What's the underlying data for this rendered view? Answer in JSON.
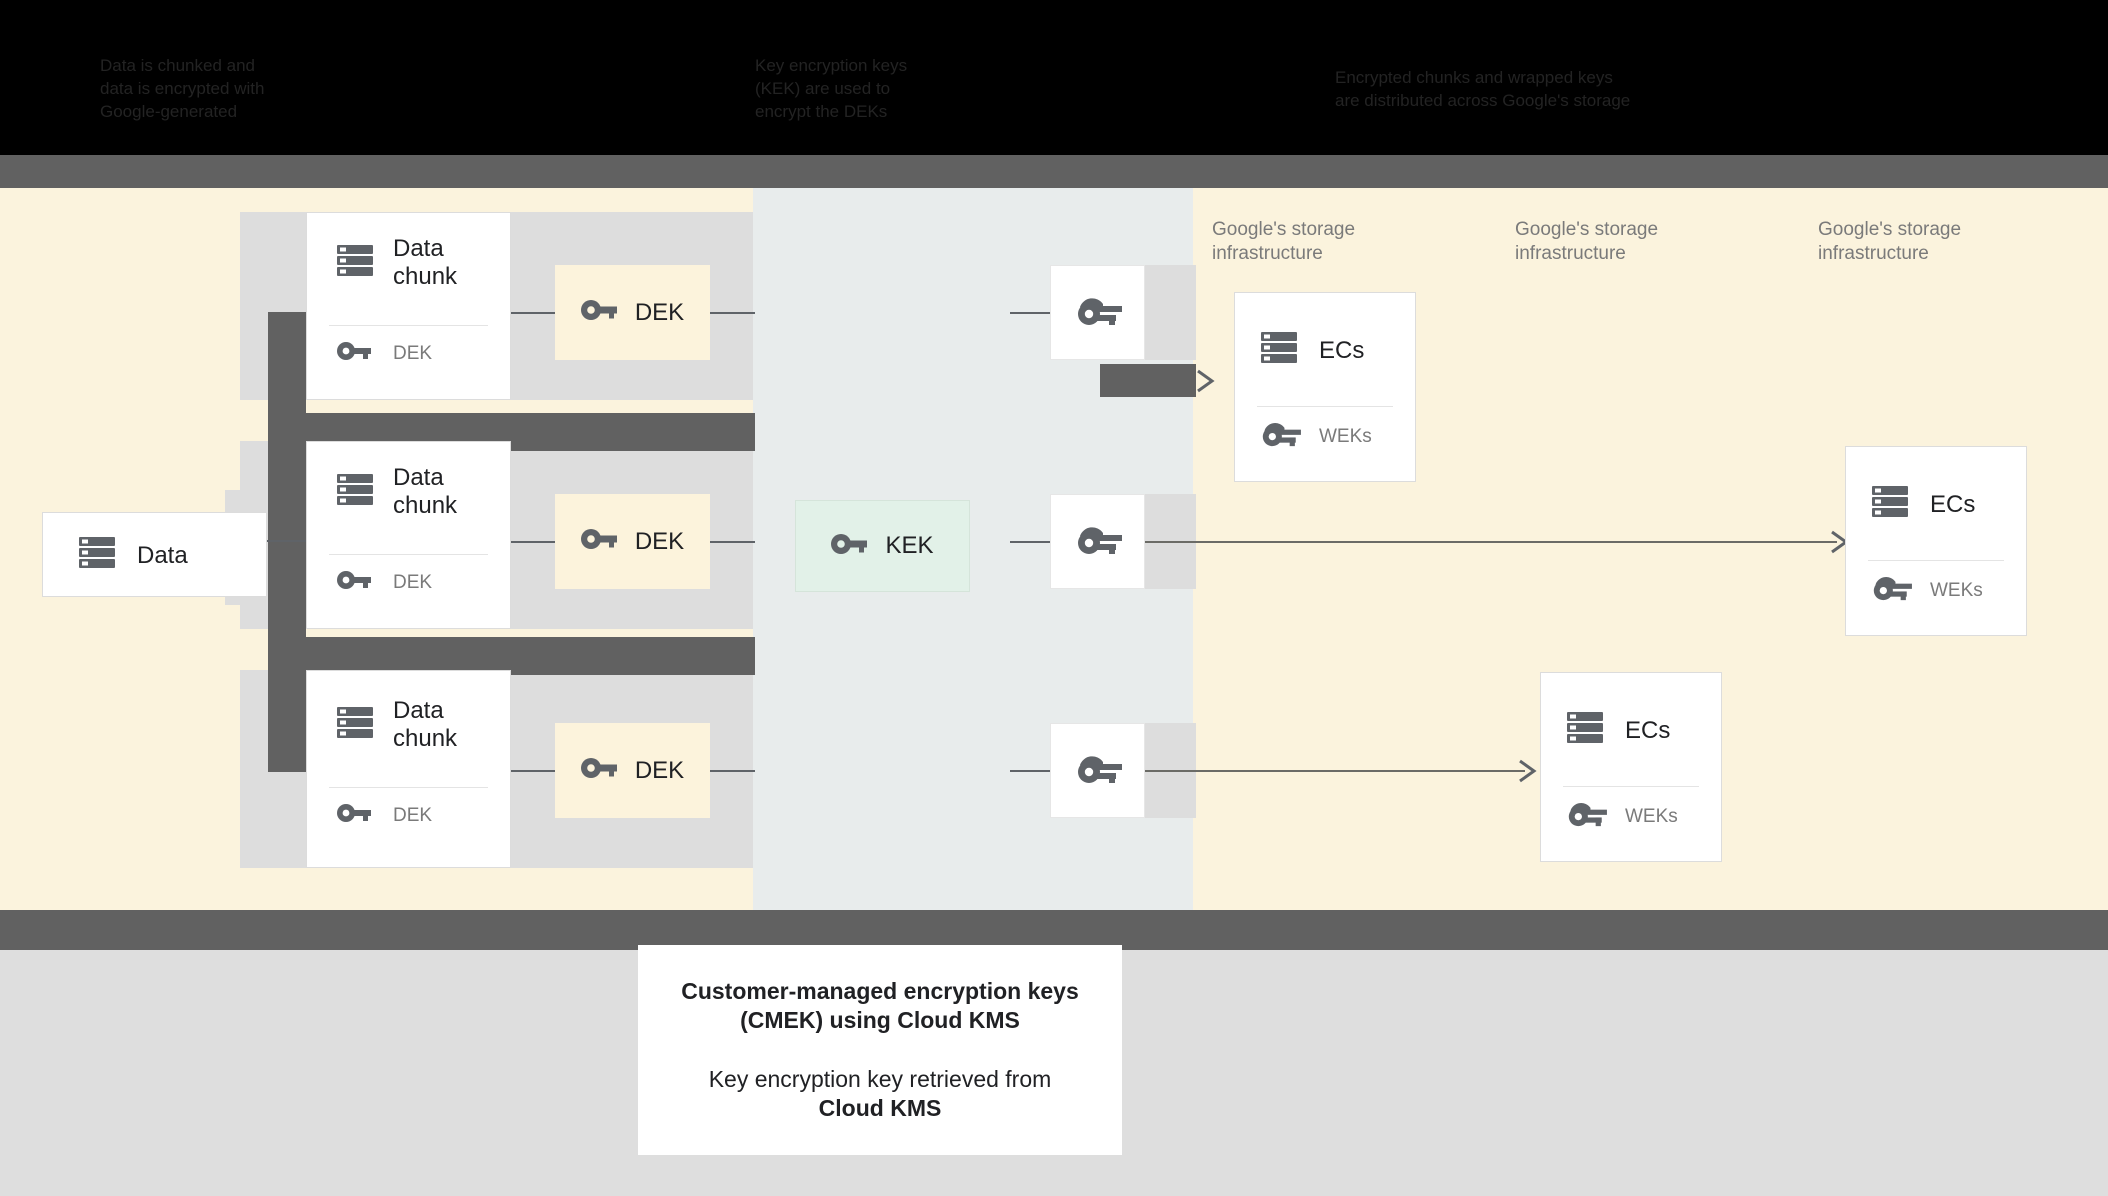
{
  "colors": {
    "cream": "#fbf3dd",
    "kms_band": "#e8ecec",
    "lane_grey": "#dddddd",
    "dek_yellow": "#fcf3dc",
    "kek_green": "#e2f1e8",
    "bar_grey": "#616161",
    "bottom_grey": "#dedede",
    "text_dark": "#202124",
    "text_grey": "#7a7a7a"
  },
  "header": {
    "obscured_lines": [
      "Data is chunked and",
      "data is encrypted with",
      "Google-generated",
      "Key encryption keys",
      "(KEK) are used to",
      "encrypt the DEKs",
      "Encrypted chunks and wrapped keys",
      "are distributed across Google's storage"
    ]
  },
  "source": {
    "data_label": "Data"
  },
  "chunks": [
    {
      "title": "Data\nchunk",
      "key_label": "DEK"
    },
    {
      "title": "Data\nchunk",
      "key_label": "DEK"
    },
    {
      "title": "Data\nchunk",
      "key_label": "DEK"
    }
  ],
  "deks": [
    {
      "label": "DEK"
    },
    {
      "label": "DEK"
    },
    {
      "label": "DEK"
    }
  ],
  "kek": {
    "label": "KEK"
  },
  "wek_boxes": [
    {
      "name": "wrapped-key-1"
    },
    {
      "name": "wrapped-key-2"
    },
    {
      "name": "wrapped-key-3"
    }
  ],
  "storage": {
    "title_1": "Google's storage infrastructure",
    "title_2": "Google's storage infrastructure",
    "title_3": "Google's storage infrastructure",
    "boxes": [
      {
        "title": "ECs",
        "key_label": "WEKs"
      },
      {
        "title": "ECs",
        "key_label": "WEKs"
      },
      {
        "title": "ECs",
        "key_label": "WEKs"
      }
    ]
  },
  "caption": {
    "line1": "Customer-managed encryption keys",
    "line2": "(CMEK) using Cloud KMS",
    "line3": "Key encryption key retrieved from",
    "line4": "Cloud KMS"
  },
  "icons": {
    "server": "server-icon",
    "key": "key-icon",
    "wrapped_key": "wrapped-key-icon",
    "arrow": "arrow-right-icon"
  }
}
